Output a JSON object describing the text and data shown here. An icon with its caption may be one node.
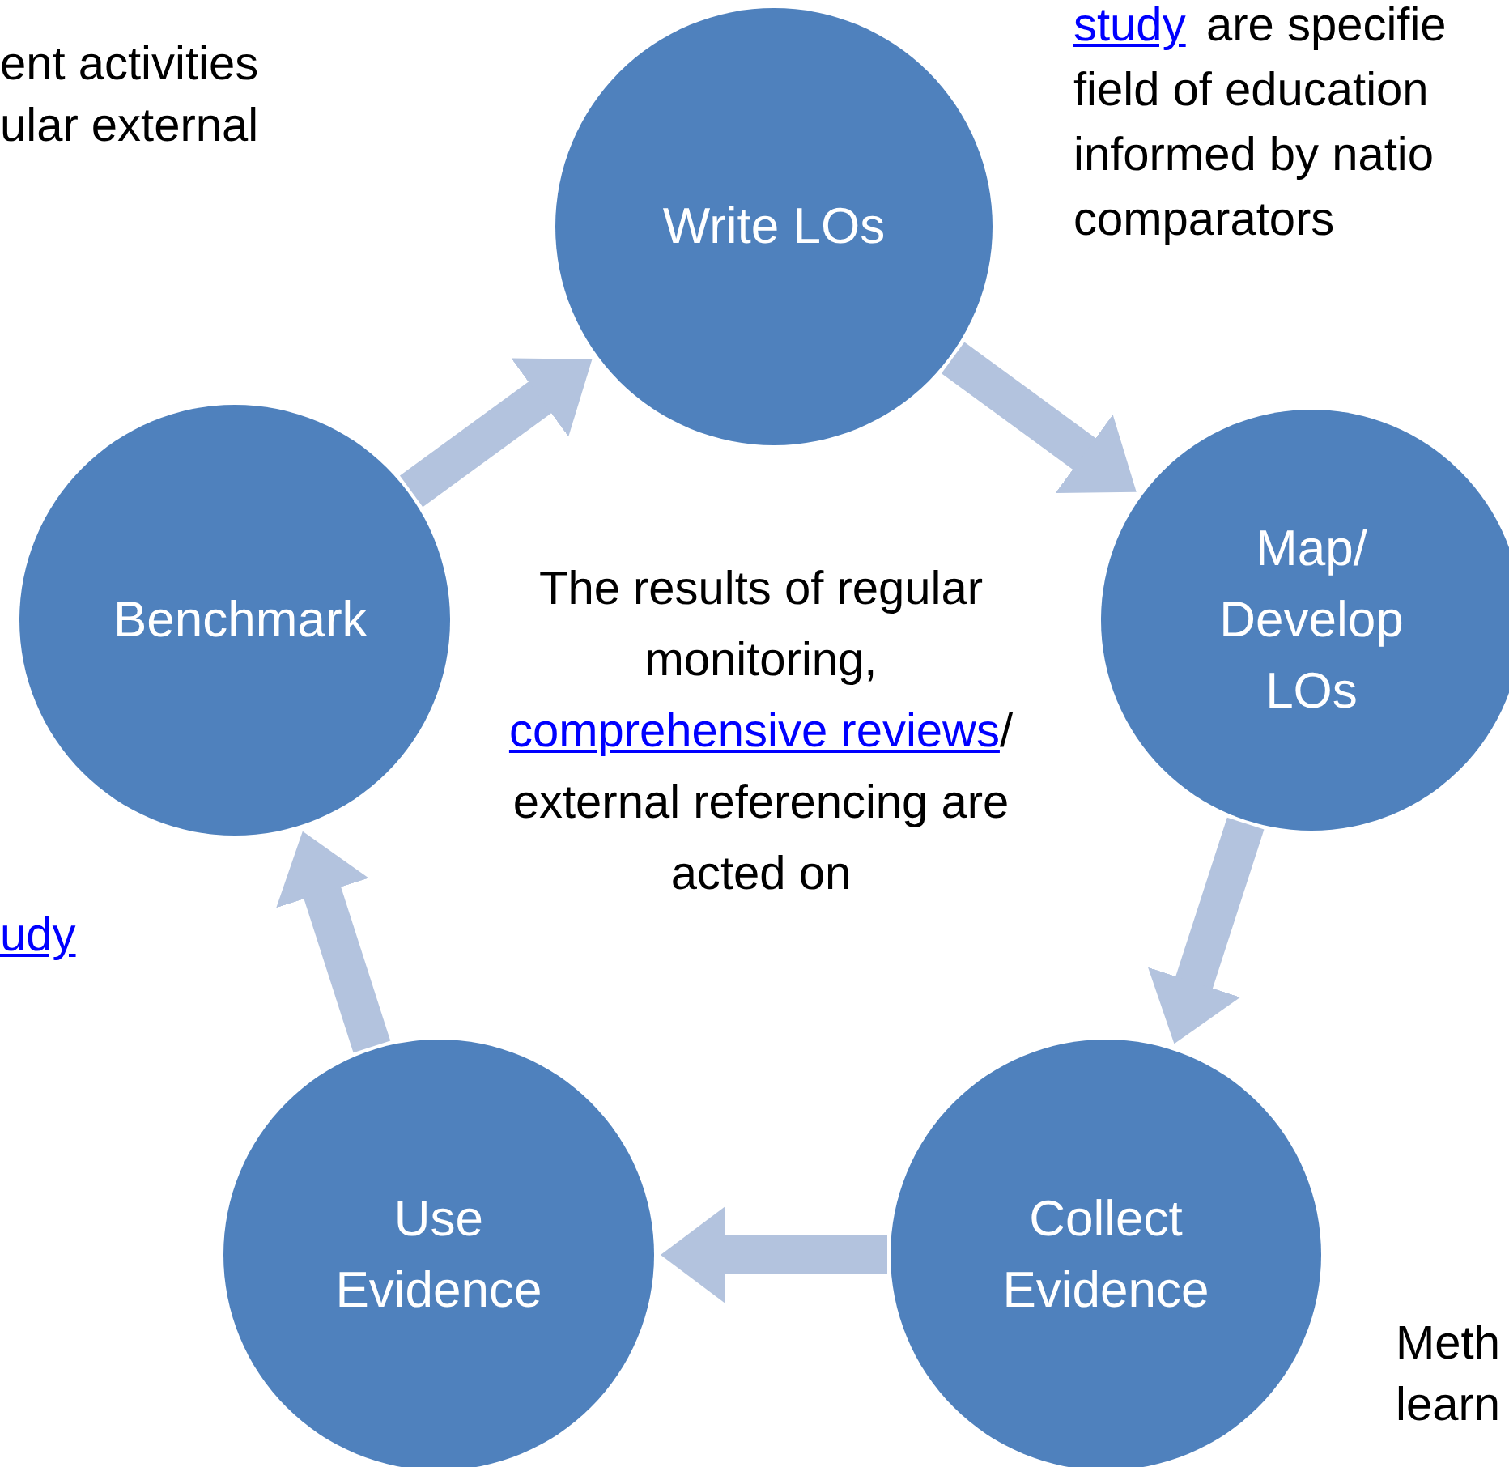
{
  "diagram": {
    "nodes": [
      {
        "text": [
          "Write LOs"
        ]
      },
      {
        "text": [
          "Map/ Develop LOs"
        ]
      },
      {
        "text": [
          "Collect Evidence"
        ]
      },
      {
        "text": [
          "Use Evidence"
        ]
      },
      {
        "text": [
          "Benchmark"
        ]
      }
    ],
    "edges": [
      {
        "from": 4,
        "to": 0,
        "arrow": "to"
      },
      {
        "from": 0,
        "to": 1,
        "arrow": "to"
      },
      {
        "from": 1,
        "to": 2,
        "arrow": "to"
      },
      {
        "from": 2,
        "to": 3,
        "arrow": "to"
      },
      {
        "from": 3,
        "to": 4,
        "arrow": "to"
      }
    ],
    "labels": [
      "ent activities",
      "ular external",
      "study",
      "are specifie",
      "field of education",
      "informed by natio",
      "comparators",
      "The results of regular monitoring,",
      "comprehensive reviews",
      "/",
      "external referencing are acted on",
      "udy",
      "Meth",
      "learn"
    ]
  }
}
